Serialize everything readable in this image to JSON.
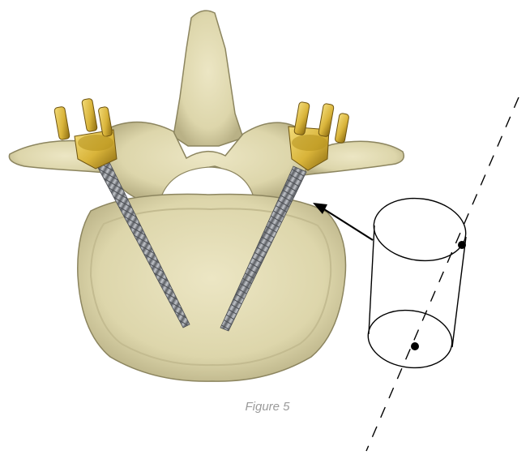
{
  "figure": {
    "caption": "Figure 5",
    "colors": {
      "bone": "#ddd6ab",
      "bone_shadow": "#b9b186",
      "bone_outline": "#8c855f",
      "screw": "#8d9096",
      "screw_dark": "#5b5e63",
      "screw_head_gold": "#d9b43a",
      "line": "#000000",
      "caption": "#9a9a9a"
    },
    "icons": [
      "vertebra-illustration",
      "pedicle-screw",
      "cylinder-diagram",
      "arrow"
    ]
  }
}
